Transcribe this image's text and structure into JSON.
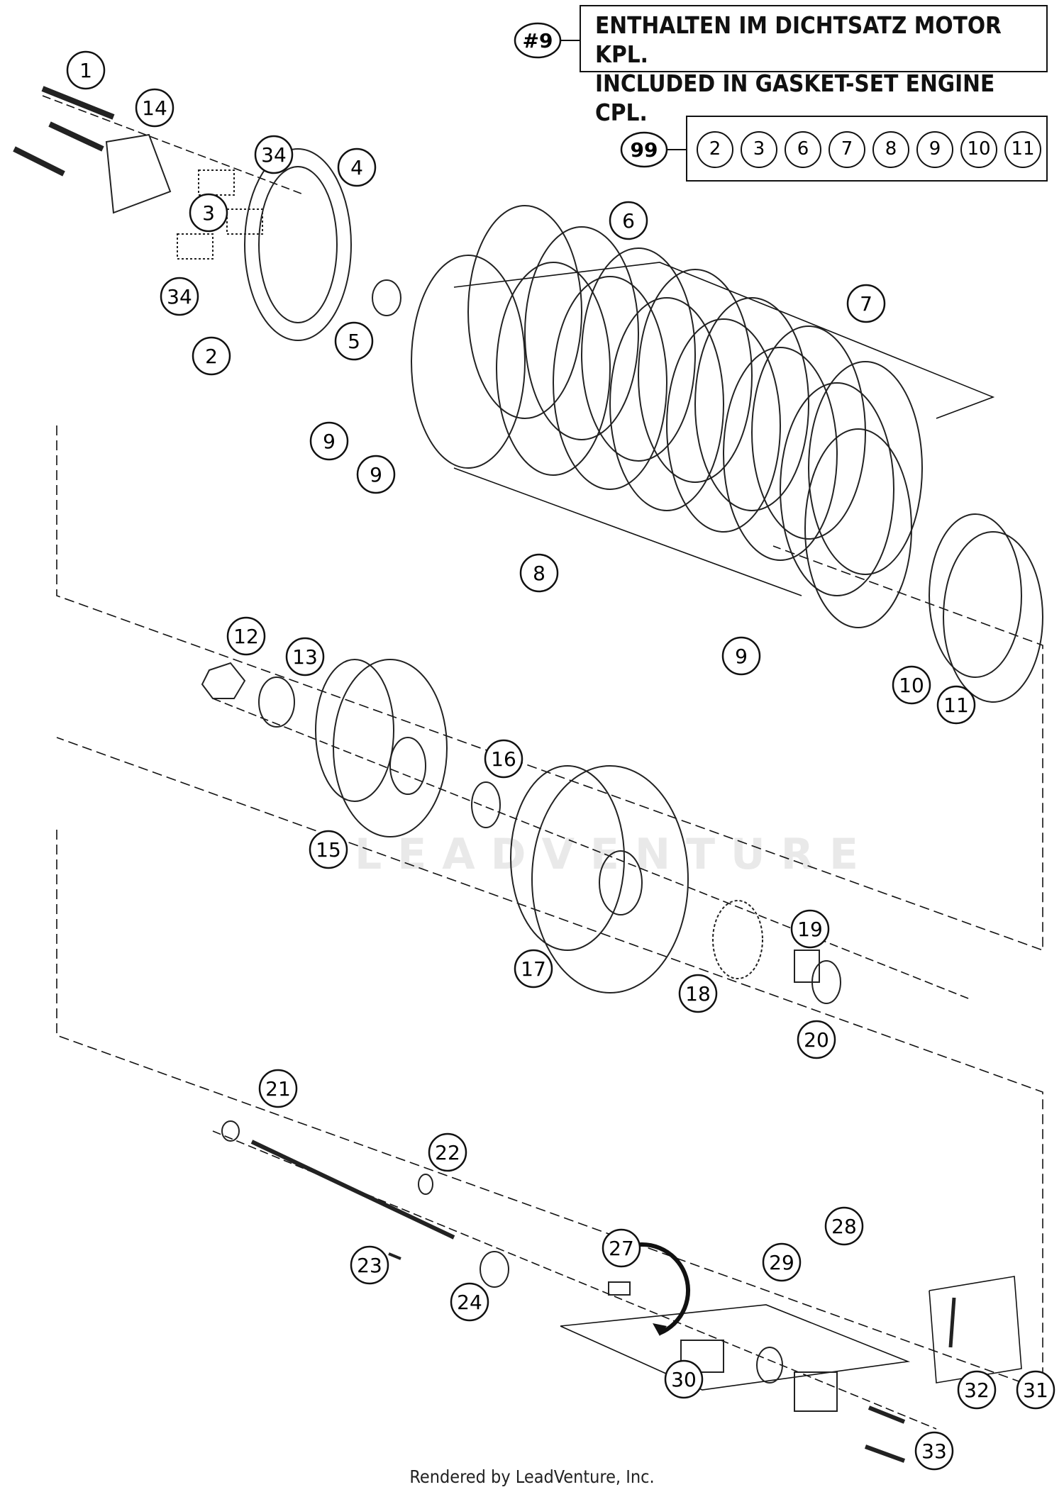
{
  "note": {
    "ref_label": "#9",
    "line1": "ENTHALTEN IM DICHTSATZ MOTOR KPL.",
    "line2": "INCLUDED IN GASKET-SET ENGINE CPL."
  },
  "set": {
    "ref_label": "99",
    "items": [
      "2",
      "3",
      "6",
      "7",
      "8",
      "9",
      "10",
      "11"
    ]
  },
  "callouts": [
    "1",
    "14",
    "34",
    "4",
    "3",
    "34",
    "2",
    "5",
    "6",
    "7",
    "9",
    "9",
    "8",
    "9",
    "10",
    "11",
    "12",
    "13",
    "16",
    "15",
    "17",
    "19",
    "18",
    "20",
    "21",
    "22",
    "23",
    "24",
    "27",
    "28",
    "29",
    "30",
    "31",
    "32",
    "33"
  ],
  "watermark": "LEADVENTURE",
  "footer": "Rendered by LeadVenture, Inc."
}
